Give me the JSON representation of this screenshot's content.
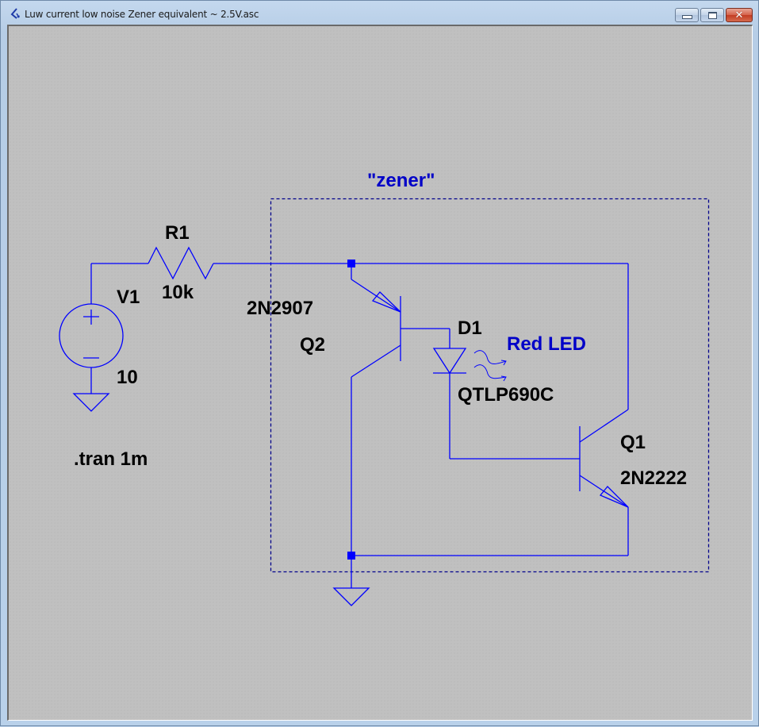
{
  "window": {
    "title": "Luw current low noise Zener equivalent ~ 2.5V.asc",
    "icon": "ltspice-icon",
    "buttons": {
      "minimize": "minimize",
      "maximize": "maximize",
      "close": "close"
    }
  },
  "colors": {
    "wire": "#0000ff",
    "schematic_bg": "#c0c0c0",
    "label_text": "#000000",
    "comment_text": "#0000c8"
  },
  "schematic": {
    "components": {
      "V1": {
        "name": "V1",
        "value": "10",
        "type": "voltage-source"
      },
      "R1": {
        "name": "R1",
        "value": "10k",
        "type": "resistor"
      },
      "Q2": {
        "name": "Q2",
        "model": "2N2907",
        "type": "pnp-transistor"
      },
      "D1": {
        "name": "D1",
        "model": "QTLP690C",
        "type": "led"
      },
      "Q1": {
        "name": "Q1",
        "model": "2N2222",
        "type": "npn-transistor"
      }
    },
    "comments": {
      "zener_box_label": "\"zener\"",
      "led_note": "Red LED"
    },
    "directive": ".tran 1m"
  }
}
